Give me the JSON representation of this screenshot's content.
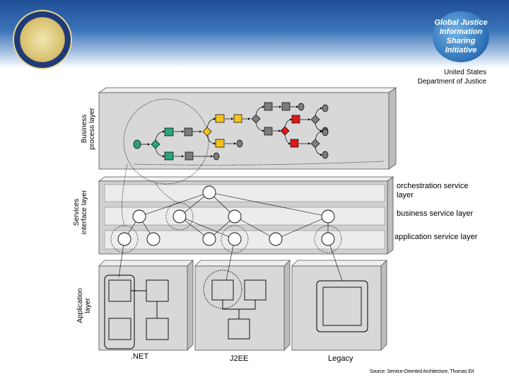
{
  "header": {
    "logo_line1": "Global Justice",
    "logo_line2": "Information",
    "logo_line3": "Sharing Initiative",
    "org_line1": "United States",
    "org_line2": "Department of Justice"
  },
  "layers": {
    "business_l1": "Business",
    "business_l2": "process layer",
    "services_l1": "Services",
    "services_l2": "interface layer",
    "application_l1": "Application",
    "application_l2": "layer"
  },
  "service_layers": {
    "orchestration": "orchestration service layer",
    "business": "business service layer",
    "application": "application service layer"
  },
  "platforms": {
    "net": ".NET",
    "j2ee": "J2EE",
    "legacy": "Legacy"
  },
  "source": "Source: Service-Oriented Architecture, Thomas Erl",
  "colors": {
    "green": "#2aa57a",
    "gray": "#7c7c7c",
    "yellow": "#f4c21a",
    "red": "#e01818",
    "panel": "#d8d8d8",
    "band": "#ececec"
  }
}
